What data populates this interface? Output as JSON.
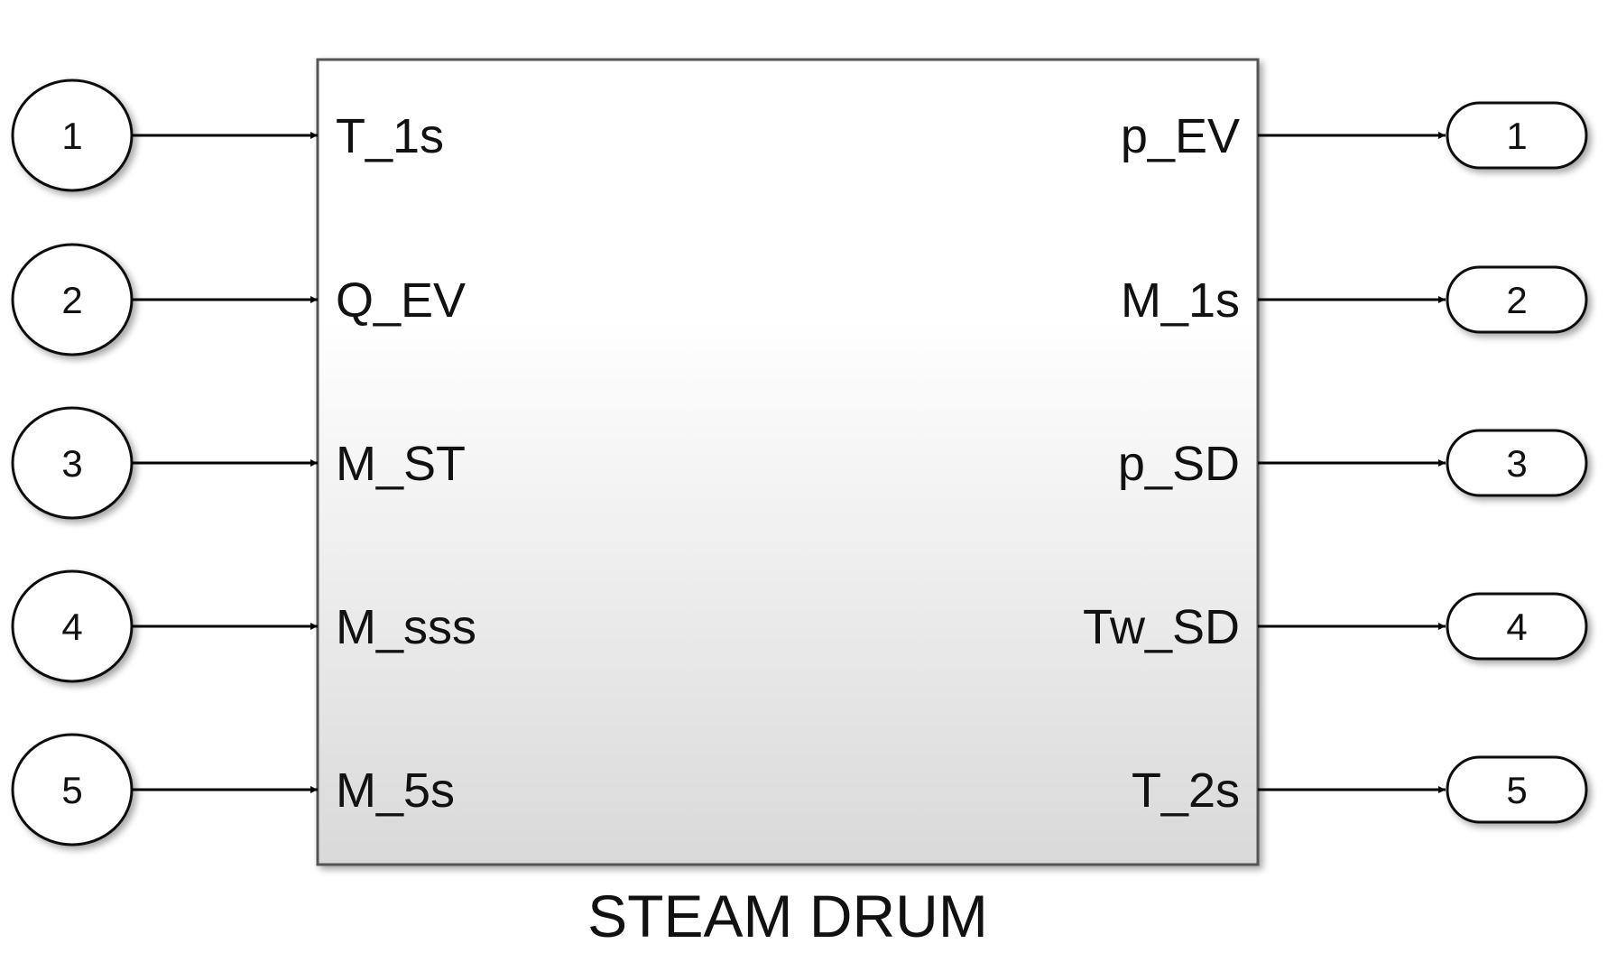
{
  "block": {
    "title": "STEAM DRUM",
    "gradient_top": "#ffffff",
    "gradient_bottom": "#d9d9d9",
    "border_color": "#555555"
  },
  "inputs": [
    {
      "number": "1",
      "label": "T_1s"
    },
    {
      "number": "2",
      "label": "Q_EV"
    },
    {
      "number": "3",
      "label": "M_ST"
    },
    {
      "number": "4",
      "label": "M_sss"
    },
    {
      "number": "5",
      "label": "M_5s"
    }
  ],
  "outputs": [
    {
      "number": "1",
      "label": "p_EV"
    },
    {
      "number": "2",
      "label": "M_1s"
    },
    {
      "number": "3",
      "label": "p_SD"
    },
    {
      "number": "4",
      "label": "Tw_SD"
    },
    {
      "number": "5",
      "label": "T_2s"
    }
  ]
}
